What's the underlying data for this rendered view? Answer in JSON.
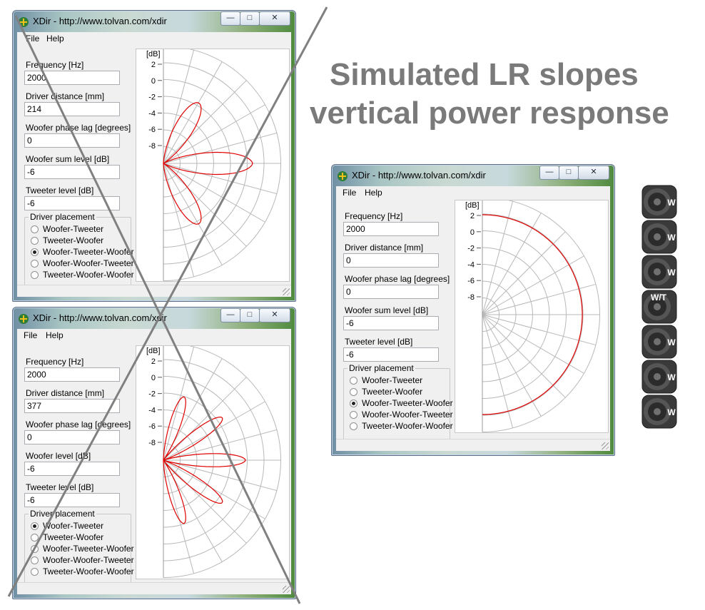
{
  "heading": {
    "line1": "Simulated LR slopes",
    "line2": "vertical power response"
  },
  "colors": {
    "curve": "#e00000",
    "grid": "#b8b8b8",
    "cross": "#808080",
    "heading": "#7a7a7a"
  },
  "windows": [
    {
      "title": "XDir - http://www.tolvan.com/xdir",
      "menu": [
        "File",
        "Help"
      ],
      "fields": [
        {
          "label": "Frequency [Hz]",
          "value": "2000"
        },
        {
          "label": "Driver distance [mm]",
          "value": "214"
        },
        {
          "label": "Woofer phase lag [degrees]",
          "value": "0"
        },
        {
          "label": "Woofer sum level [dB]",
          "value": "-6"
        },
        {
          "label": "Tweeter level [dB]",
          "value": "-6"
        }
      ],
      "placement": {
        "title": "Driver placement",
        "options": [
          "Woofer-Tweeter",
          "Tweeter-Woofer",
          "Woofer-Tweeter-Woofer",
          "Woofer-Woofer-Tweeter",
          "Tweeter-Woofer-Woofer"
        ],
        "selected": 2
      },
      "plot": {
        "unit": "[dB]",
        "ticks": [
          "2",
          "0",
          "-2",
          "-4",
          "-6",
          "-8"
        ],
        "response": "lobes-3"
      },
      "crossed_out": true
    },
    {
      "title": "XDir - http://www.tolvan.com/xdir",
      "menu": [
        "File",
        "Help"
      ],
      "fields": [
        {
          "label": "Frequency [Hz]",
          "value": "2000"
        },
        {
          "label": "Driver distance [mm]",
          "value": "377"
        },
        {
          "label": "Woofer phase lag [degrees]",
          "value": "0"
        },
        {
          "label": "Woofer level [dB]",
          "value": "-6"
        },
        {
          "label": "Tweeter level [dB]",
          "value": "-6"
        }
      ],
      "placement": {
        "title": "Driver placement",
        "options": [
          "Woofer-Tweeter",
          "Tweeter-Woofer",
          "Woofer-Tweeter-Woofer",
          "Woofer-Woofer-Tweeter",
          "Tweeter-Woofer-Woofer"
        ],
        "selected": 0
      },
      "plot": {
        "unit": "[dB]",
        "ticks": [
          "2",
          "0",
          "-2",
          "-4",
          "-6",
          "-8"
        ],
        "response": "lobes-5"
      },
      "crossed_out": true
    },
    {
      "title": "XDir - http://www.tolvan.com/xdir",
      "menu": [
        "File",
        "Help"
      ],
      "fields": [
        {
          "label": "Frequency [Hz]",
          "value": "2000"
        },
        {
          "label": "Driver distance [mm]",
          "value": "0"
        },
        {
          "label": "Woofer phase lag [degrees]",
          "value": "0"
        },
        {
          "label": "Woofer sum level [dB]",
          "value": "-6"
        },
        {
          "label": "Tweeter level [dB]",
          "value": "-6"
        }
      ],
      "placement": {
        "title": "Driver placement",
        "options": [
          "Woofer-Tweeter",
          "Tweeter-Woofer",
          "Woofer-Tweeter-Woofer",
          "Woofer-Woofer-Tweeter",
          "Tweeter-Woofer-Woofer"
        ],
        "selected": 2
      },
      "plot": {
        "unit": "[dB]",
        "ticks": [
          "2",
          "0",
          "-2",
          "-4",
          "-6",
          "-8"
        ],
        "response": "omni"
      },
      "crossed_out": false
    }
  ],
  "speakers": [
    "W",
    "W",
    "W",
    "W/T",
    "W",
    "W",
    "W"
  ]
}
